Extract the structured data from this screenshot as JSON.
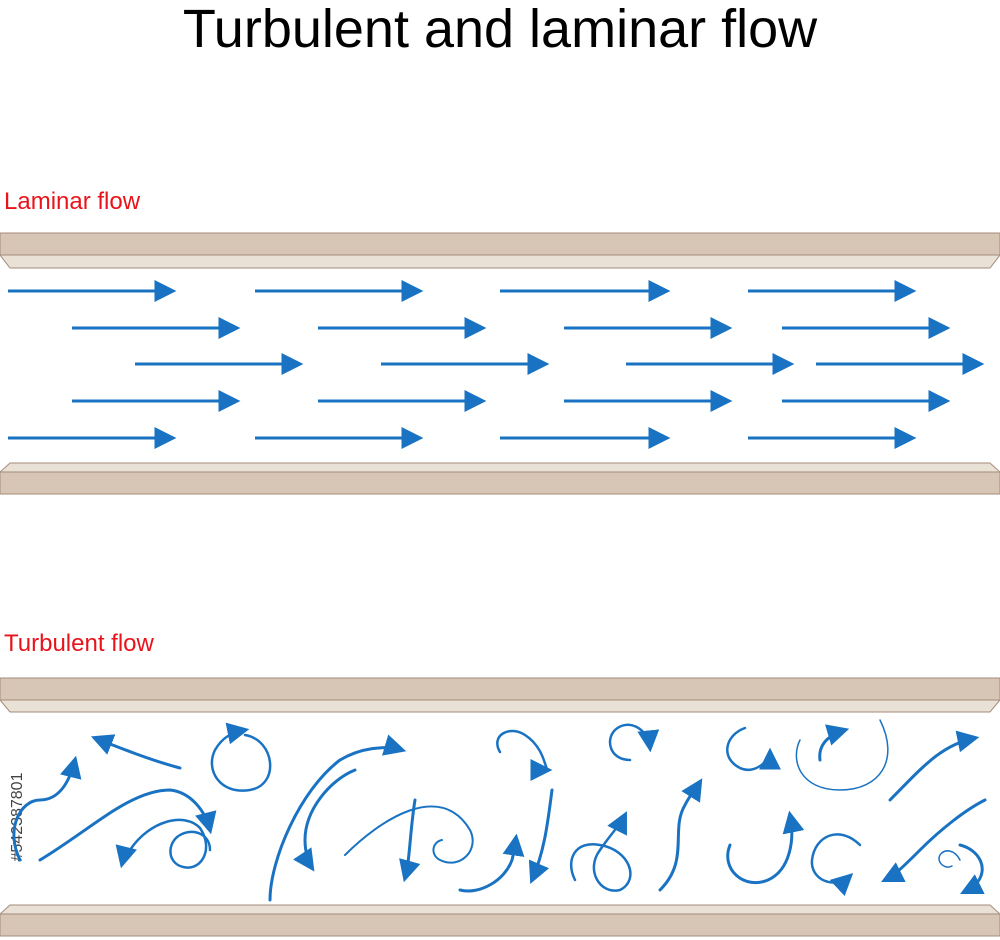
{
  "title": "Turbulent and laminar flow",
  "laminar": {
    "label": "Laminar flow",
    "label_color": "#e8141b"
  },
  "turbulent": {
    "label": "Turbulent flow",
    "label_color": "#e8141b"
  },
  "stock_id": "#542387801",
  "colors": {
    "arrow": "#1a73c2",
    "wall": "#d7c5b5",
    "wall_edge": "#a48c7a"
  },
  "icons": {
    "laminar_arrows": "straight-arrow-icon",
    "turbulent_arrows": "swirl-arrow-icon"
  }
}
